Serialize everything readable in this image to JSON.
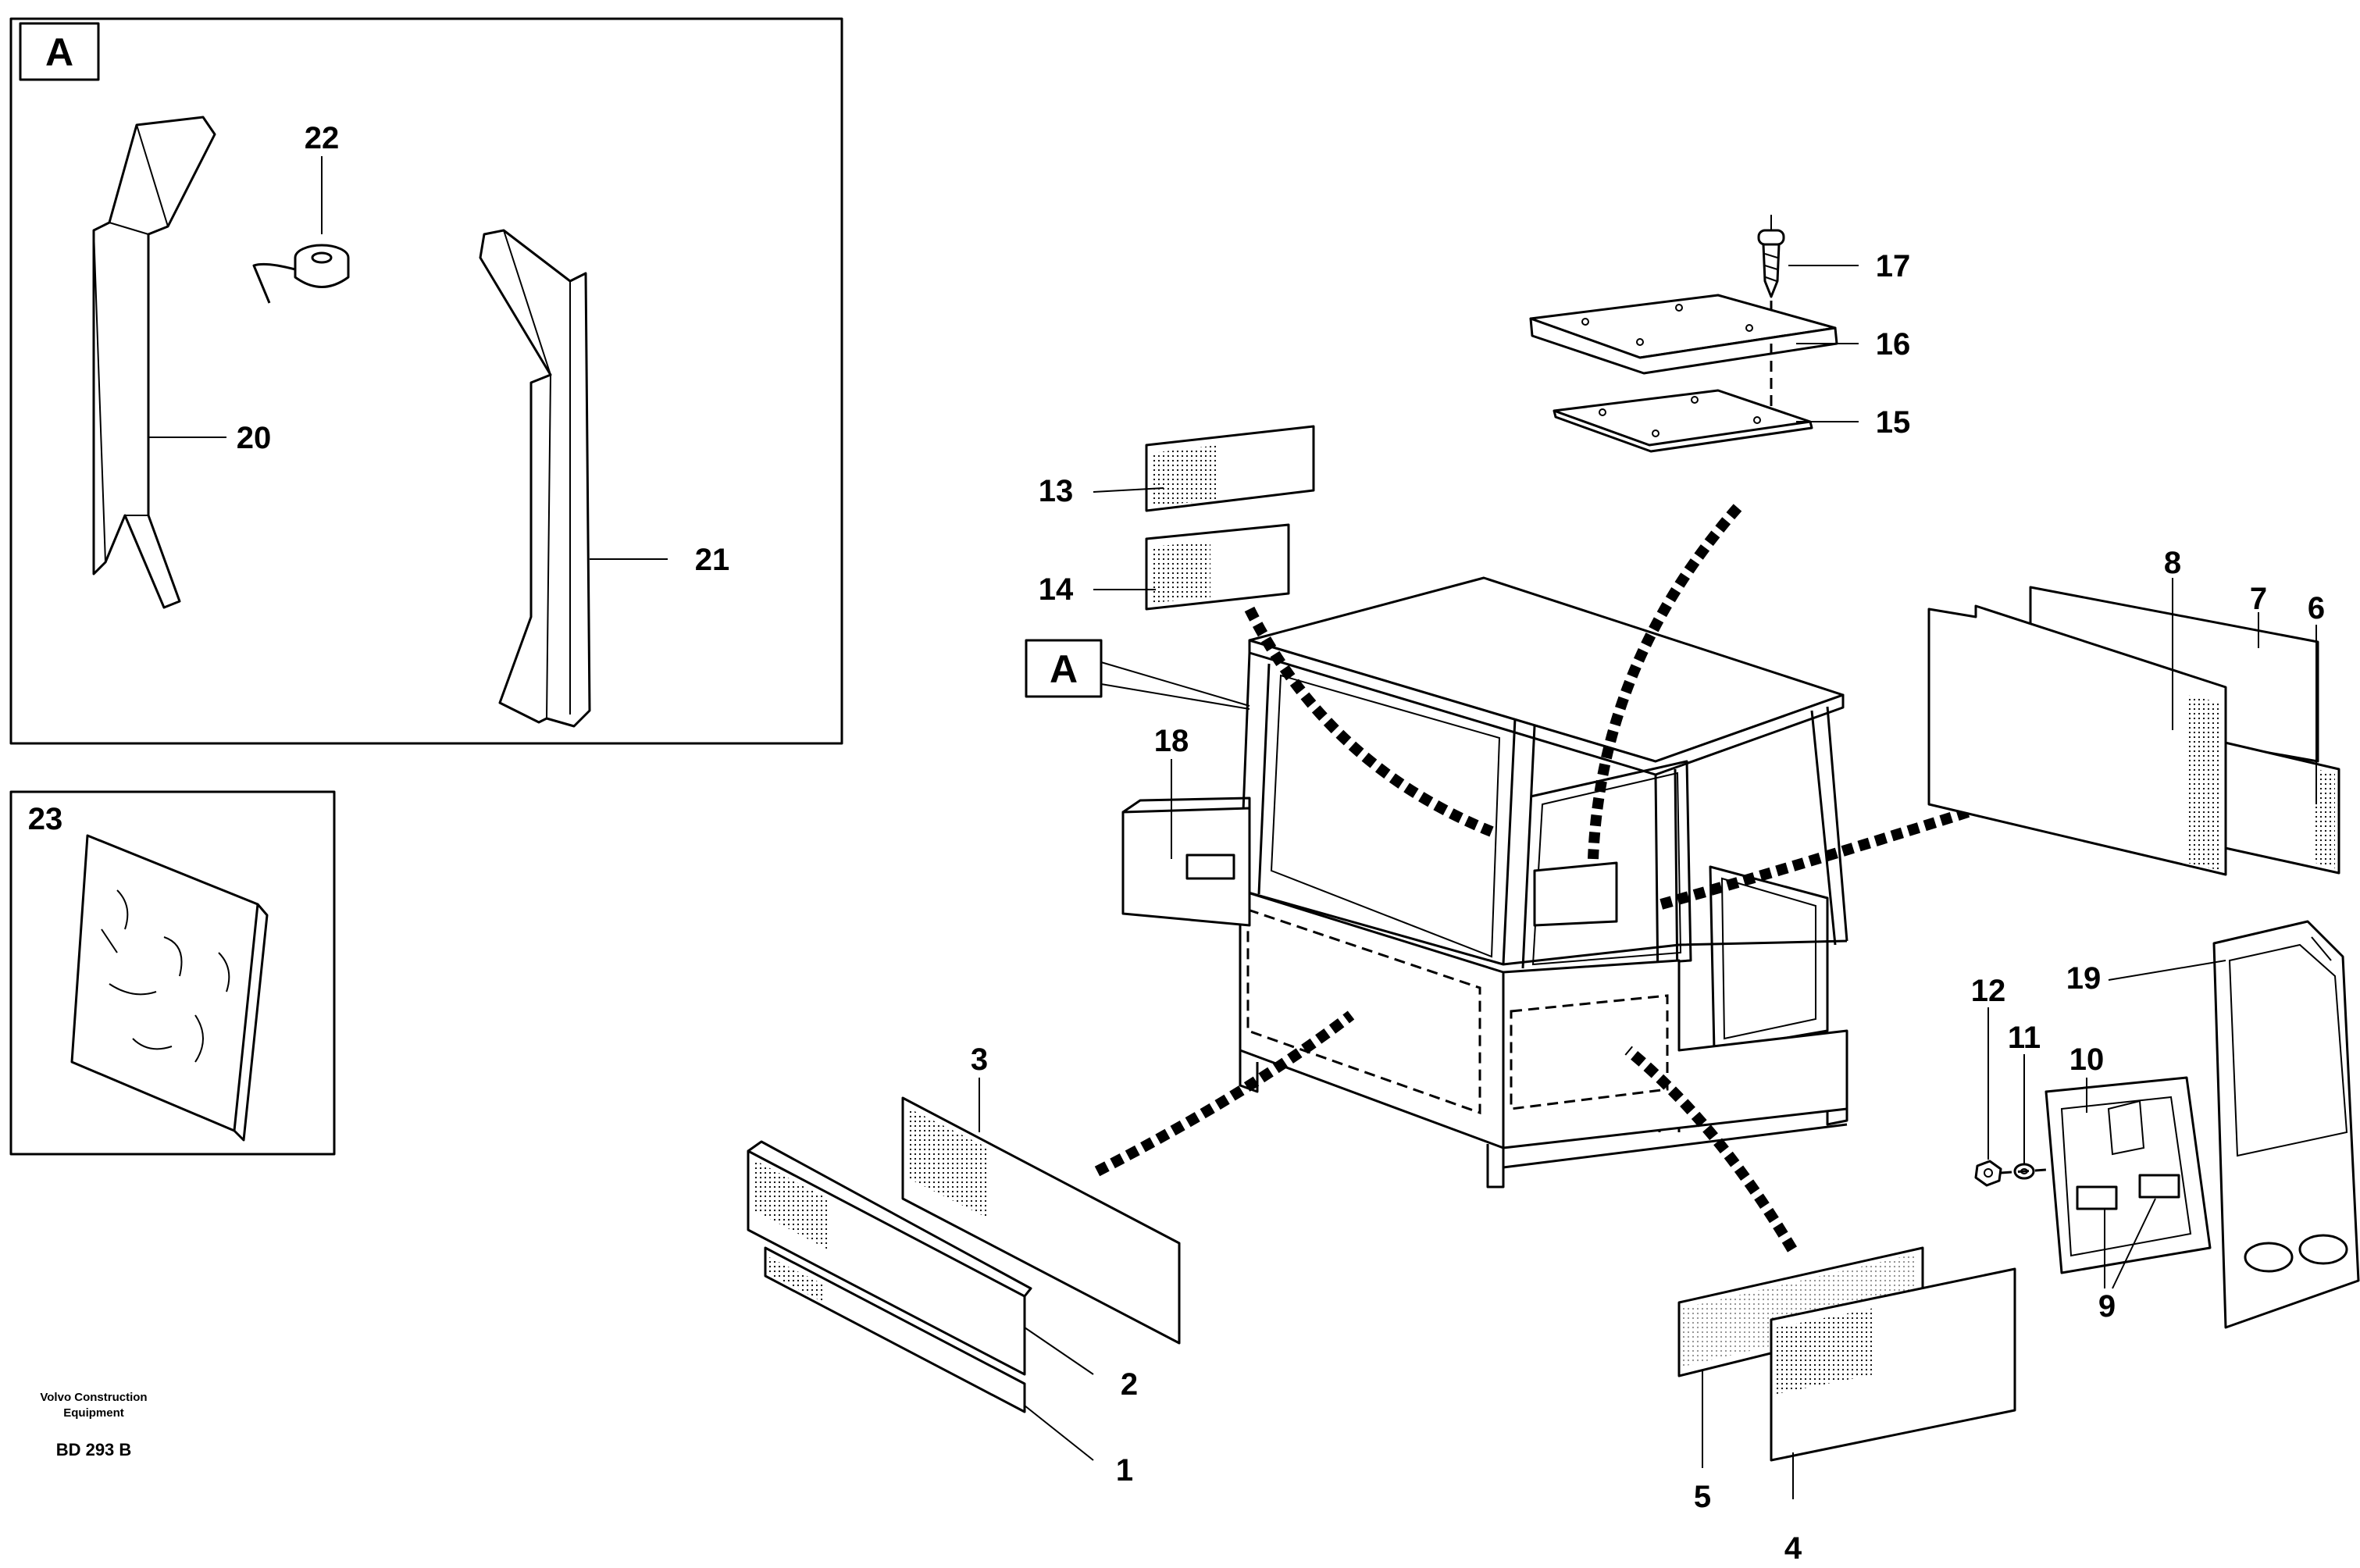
{
  "detail_view": {
    "label": "A",
    "callout_label": "A"
  },
  "labels": {
    "p1": "1",
    "p2": "2",
    "p3": "3",
    "p4": "4",
    "p5": "5",
    "p6": "6",
    "p7": "7",
    "p8": "8",
    "p9": "9",
    "p10": "10",
    "p11": "11",
    "p12": "12",
    "p13": "13",
    "p14": "14",
    "p15": "15",
    "p16": "16",
    "p17": "17",
    "p18": "18",
    "p19": "19",
    "p20": "20",
    "p21": "21",
    "p22": "22",
    "p23": "23"
  },
  "credit": {
    "line1": "Volvo Construction",
    "line2": "Equipment",
    "code": "BD 293 B"
  }
}
